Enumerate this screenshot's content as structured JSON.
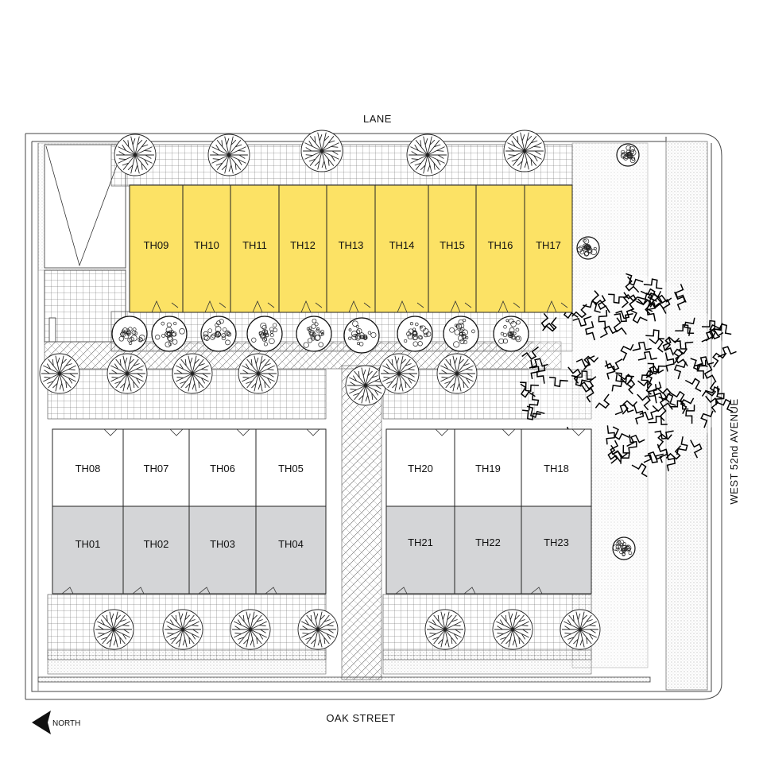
{
  "streets": {
    "lane": "LANE",
    "oak": "OAK STREET",
    "west52": "WEST 52nd AVENUE"
  },
  "north_arrow": {
    "label": "NORTH"
  },
  "colors": {
    "highlight_unit": "#fce265",
    "white_unit": "#ffffff",
    "grey_unit": "#d4d5d7",
    "line": "#222222"
  },
  "units": {
    "north_row": [
      "TH09",
      "TH10",
      "TH11",
      "TH12",
      "TH13",
      "TH14",
      "TH15",
      "TH16",
      "TH17"
    ],
    "west_upper": [
      "TH08",
      "TH07",
      "TH06",
      "TH05"
    ],
    "west_lower": [
      "TH01",
      "TH02",
      "TH03",
      "TH04"
    ],
    "east_upper": [
      "TH20",
      "TH19",
      "TH18"
    ],
    "east_lower": [
      "TH21",
      "TH22",
      "TH23"
    ]
  },
  "legend_states": {
    "highlighted": "north_row",
    "white": [
      "west_upper",
      "east_upper"
    ],
    "grey": [
      "west_lower",
      "east_lower"
    ]
  }
}
